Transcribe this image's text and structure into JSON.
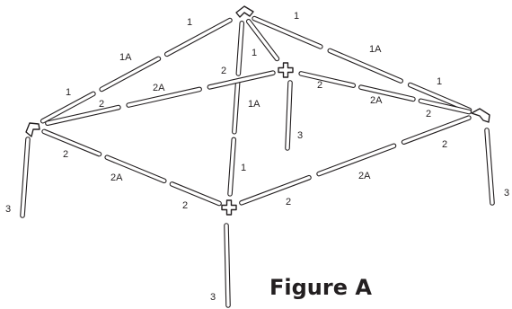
{
  "figure": {
    "title": "Figure A"
  },
  "labels": {
    "top_left_1": "1",
    "top_left_1a": "1A",
    "top_left_1b": "1",
    "top_right_1": "1",
    "top_right_1a": "1A",
    "top_right_1b": "1",
    "center_1": "1",
    "center_1a": "1A",
    "center_1b": "1",
    "back_left_2": "2",
    "back_left_2a": "2A",
    "back_left_2b": "2",
    "back_right_2": "2",
    "back_right_2a": "2A",
    "back_right_2b": "2",
    "front_left_2": "2",
    "front_left_2a": "2A",
    "front_left_2b": "2",
    "front_right_2": "2",
    "front_right_2a": "2A",
    "front_right_2b": "2",
    "leg_back_3": "3",
    "leg_left_3": "3",
    "leg_right_3": "3",
    "leg_front_3": "3"
  }
}
